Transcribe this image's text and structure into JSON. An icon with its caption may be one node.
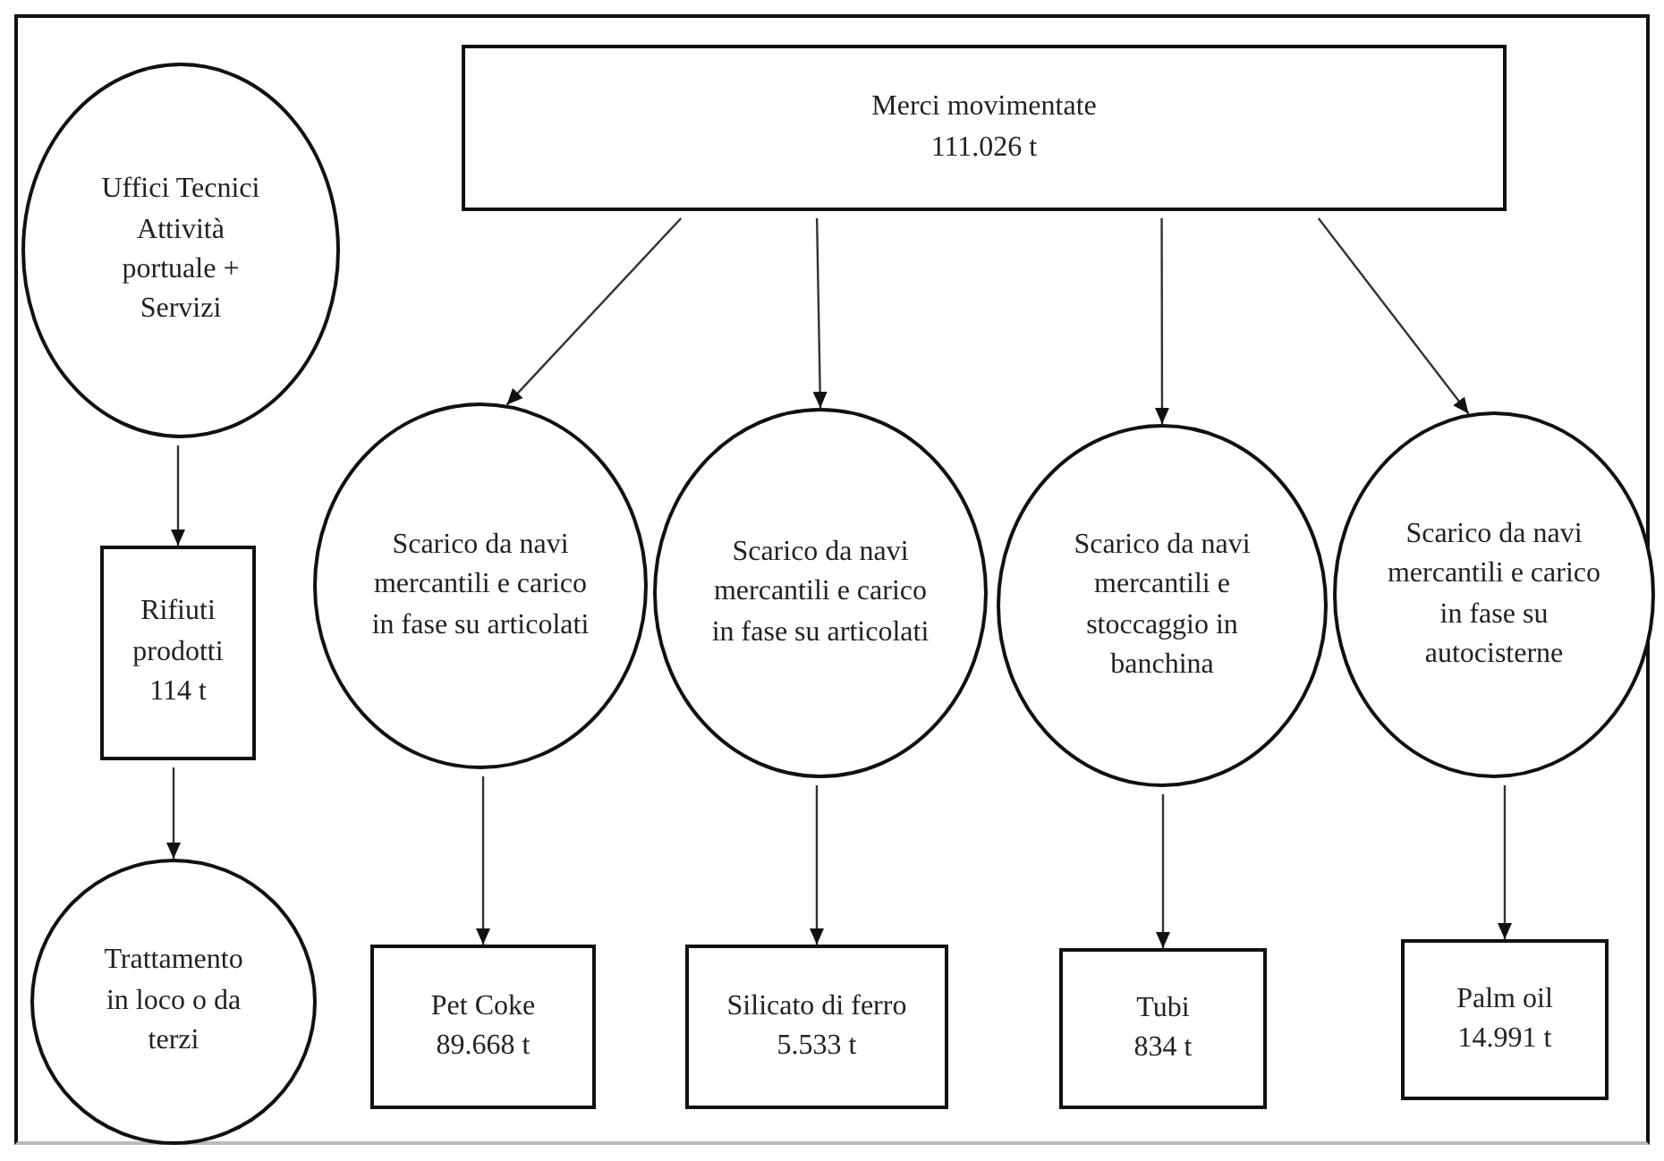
{
  "diagram": {
    "nodes": [
      {
        "text": [
          "Merci movimentate",
          "111.026 t"
        ]
      },
      {
        "text": [
          "Uffici Tecnici",
          "Attività portuale + Servizi"
        ]
      },
      {
        "text": [
          "Scarico da navi mercantili e carico in fase su articolati"
        ]
      },
      {
        "text": [
          "Scarico da navi mercantili e carico in fase su articolati"
        ]
      },
      {
        "text": [
          "Scarico da navi mercantili e stoccaggio in banchina"
        ]
      },
      {
        "text": [
          "Scarico da navi mercantili e carico in fase su autocisterne"
        ]
      },
      {
        "text": [
          "Rifiuti prodotti",
          "114 t"
        ]
      },
      {
        "text": [
          "Trattamento in loco o da terzi"
        ]
      },
      {
        "text": [
          "Pet Coke",
          "89.668 t"
        ]
      },
      {
        "text": [
          "Silicato di ferro",
          "5.533 t"
        ]
      },
      {
        "text": [
          "Tubi",
          "834 t"
        ]
      },
      {
        "text": [
          "Palm oil",
          "14.991 t"
        ]
      }
    ],
    "edges": [
      {
        "from": 0,
        "to": 2,
        "arrow": "to"
      },
      {
        "from": 0,
        "to": 3,
        "arrow": "to"
      },
      {
        "from": 0,
        "to": 4,
        "arrow": "to"
      },
      {
        "from": 0,
        "to": 5,
        "arrow": "to"
      },
      {
        "from": 1,
        "to": 6,
        "arrow": "to"
      },
      {
        "from": 6,
        "to": 7,
        "arrow": "to"
      },
      {
        "from": 2,
        "to": 8,
        "arrow": "to"
      },
      {
        "from": 3,
        "to": 9,
        "arrow": "to"
      },
      {
        "from": 4,
        "to": 10,
        "arrow": "to"
      },
      {
        "from": 5,
        "to": 11,
        "arrow": "to"
      }
    ]
  }
}
